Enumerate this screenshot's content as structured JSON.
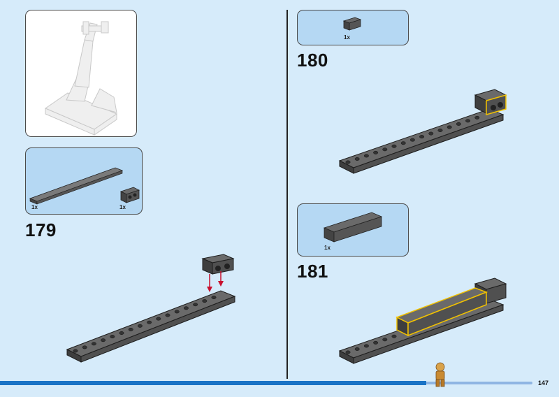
{
  "steps": [
    {
      "number": "179",
      "parts": [
        {
          "qty": "1x",
          "part": "plate-1x16"
        },
        {
          "qty": "1x",
          "part": "technic-brick-1x2"
        }
      ]
    },
    {
      "number": "180",
      "parts": [
        {
          "qty": "1x",
          "part": "technic-brick-1x2"
        }
      ]
    },
    {
      "number": "181",
      "parts": [
        {
          "qty": "1x",
          "part": "brick-1x6"
        }
      ]
    }
  ],
  "page": {
    "number": "147"
  },
  "colors": {
    "background": "#d6ebfa",
    "panel": "#b5d8f3",
    "brick": "#5a5a5a",
    "highlight": "#f2c200",
    "arrow": "#c8102e",
    "progress": "#1a73c6"
  }
}
